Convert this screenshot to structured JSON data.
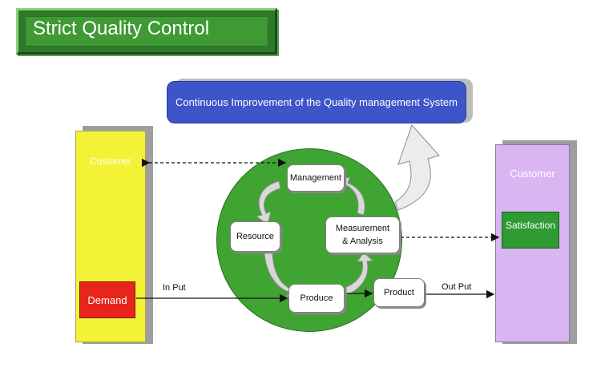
{
  "title": "Strict Quality Control",
  "improvement": "Continuous Improvement of the Quality management System",
  "customer_left": "Customer",
  "customer_right": "Customer",
  "demand": "Demand",
  "satisfaction": "Satisfaction",
  "nodes": {
    "management": "Management",
    "resource": "Resource",
    "measurement_line1": "Measurement",
    "measurement_line2": "& Analysis",
    "produce": "Produce",
    "product": "Product"
  },
  "labels": {
    "input": "In Put",
    "output": "Out Put"
  },
  "colors": {
    "title_green": "#3f9a34",
    "blue_box": "#3d55c9",
    "customer_yellow": "#f3f237",
    "customer_purple": "#d9b6f2",
    "demand_red": "#e8251c",
    "satisfaction_green": "#2e9b33",
    "circle_green": "#3fa432"
  }
}
